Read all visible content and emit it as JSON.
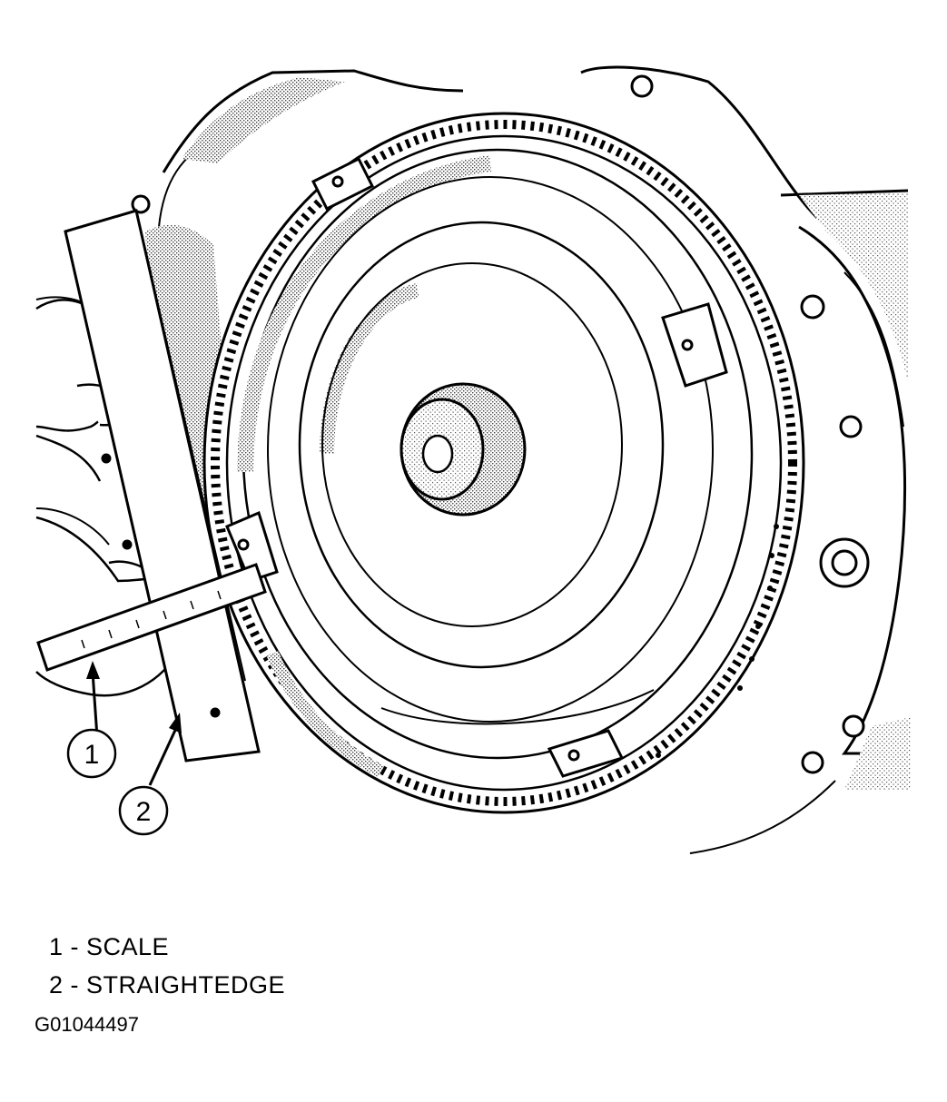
{
  "callouts": [
    {
      "number": "1",
      "label": "SCALE"
    },
    {
      "number": "2",
      "label": "STRAIGHTEDGE"
    }
  ],
  "legend": [
    {
      "text": "1 - SCALE"
    },
    {
      "text": "2 - STRAIGHTEDGE"
    }
  ],
  "figure_id": "G01044497",
  "colors": {
    "line": "#000000",
    "background": "#ffffff",
    "stipple": "#8a8a8a"
  }
}
